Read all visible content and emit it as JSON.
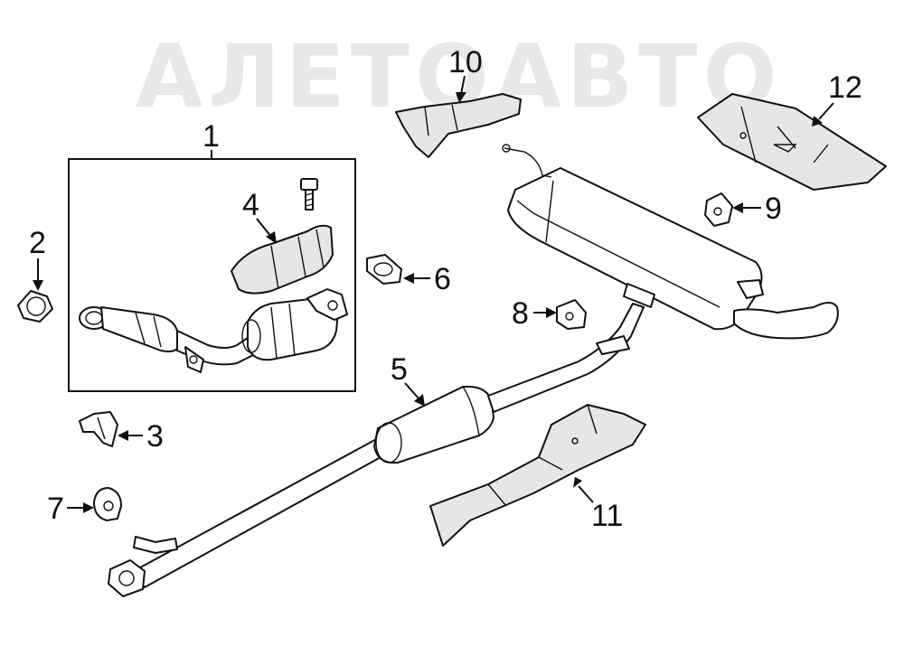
{
  "watermark": {
    "text": "АЛЕТОАВТО"
  },
  "callouts": [
    {
      "id": "1",
      "label": "1"
    },
    {
      "id": "2",
      "label": "2"
    },
    {
      "id": "3",
      "label": "3"
    },
    {
      "id": "4",
      "label": "4"
    },
    {
      "id": "5",
      "label": "5"
    },
    {
      "id": "6",
      "label": "6"
    },
    {
      "id": "7",
      "label": "7"
    },
    {
      "id": "8",
      "label": "8"
    },
    {
      "id": "9",
      "label": "9"
    },
    {
      "id": "10",
      "label": "10"
    },
    {
      "id": "11",
      "label": "11"
    },
    {
      "id": "12",
      "label": "12"
    }
  ],
  "colors": {
    "line": "#111111",
    "watermark": "#e8e8e8",
    "background": "#ffffff"
  }
}
